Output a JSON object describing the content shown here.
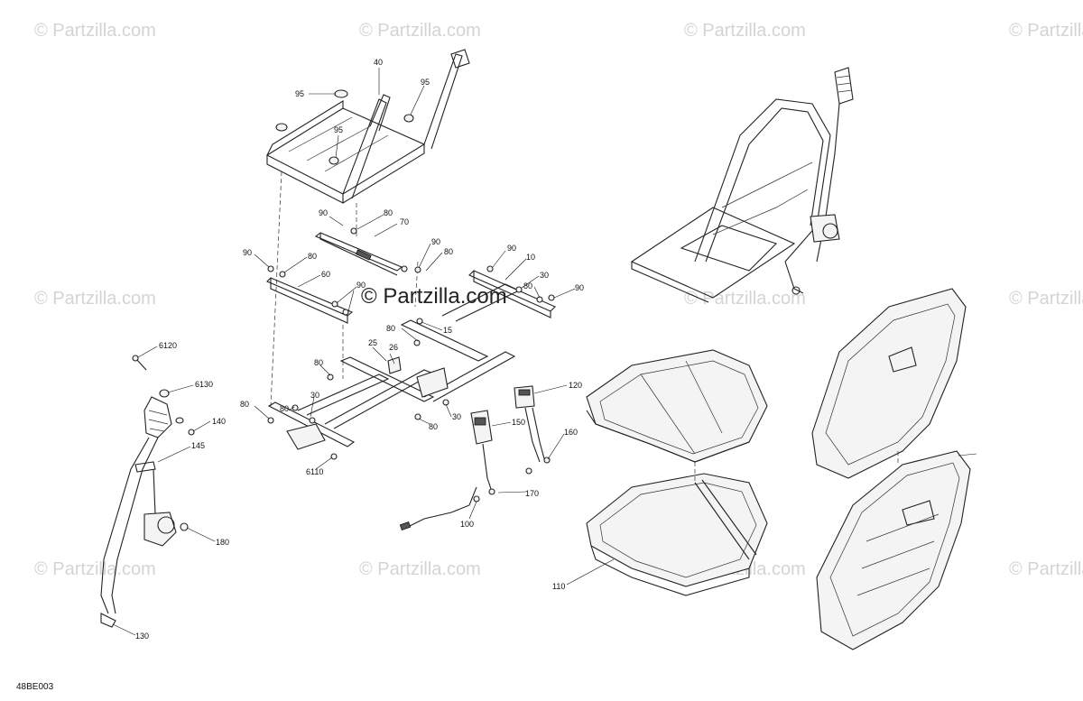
{
  "watermark": {
    "text": "© Partzilla.com",
    "center_text": "© Partzilla.com"
  },
  "diagram_code": "48BE003",
  "callouts": [
    {
      "id": "c40",
      "label": "40"
    },
    {
      "id": "c95a",
      "label": "95"
    },
    {
      "id": "c95b",
      "label": "95"
    },
    {
      "id": "c95c",
      "label": "95"
    },
    {
      "id": "c90a",
      "label": "90"
    },
    {
      "id": "c80a",
      "label": "80"
    },
    {
      "id": "c70",
      "label": "70"
    },
    {
      "id": "c90b",
      "label": "90"
    },
    {
      "id": "c80b",
      "label": "80"
    },
    {
      "id": "c90c",
      "label": "90"
    },
    {
      "id": "c80c",
      "label": "80"
    },
    {
      "id": "c60",
      "label": "60"
    },
    {
      "id": "c90d",
      "label": "90"
    },
    {
      "id": "c90e",
      "label": "90"
    },
    {
      "id": "c10",
      "label": "10"
    },
    {
      "id": "c30a",
      "label": "30"
    },
    {
      "id": "c80d",
      "label": "80"
    },
    {
      "id": "c90f",
      "label": "90"
    },
    {
      "id": "c80e",
      "label": "80"
    },
    {
      "id": "c15",
      "label": "15"
    },
    {
      "id": "c25",
      "label": "25"
    },
    {
      "id": "c26",
      "label": "26"
    },
    {
      "id": "c80f",
      "label": "80"
    },
    {
      "id": "c30b",
      "label": "30"
    },
    {
      "id": "c80g",
      "label": "80"
    },
    {
      "id": "c30c",
      "label": "30"
    },
    {
      "id": "c80h",
      "label": "80"
    },
    {
      "id": "c80i",
      "label": "80"
    },
    {
      "id": "c6110",
      "label": "6110"
    },
    {
      "id": "c6120",
      "label": "6120"
    },
    {
      "id": "c6130",
      "label": "6130"
    },
    {
      "id": "c140",
      "label": "140"
    },
    {
      "id": "c145",
      "label": "145"
    },
    {
      "id": "c180",
      "label": "180"
    },
    {
      "id": "c130",
      "label": "130"
    },
    {
      "id": "c120",
      "label": "120"
    },
    {
      "id": "c150",
      "label": "150"
    },
    {
      "id": "c160",
      "label": "160"
    },
    {
      "id": "c170",
      "label": "170"
    },
    {
      "id": "c100",
      "label": "100"
    },
    {
      "id": "c110",
      "label": "110"
    }
  ]
}
